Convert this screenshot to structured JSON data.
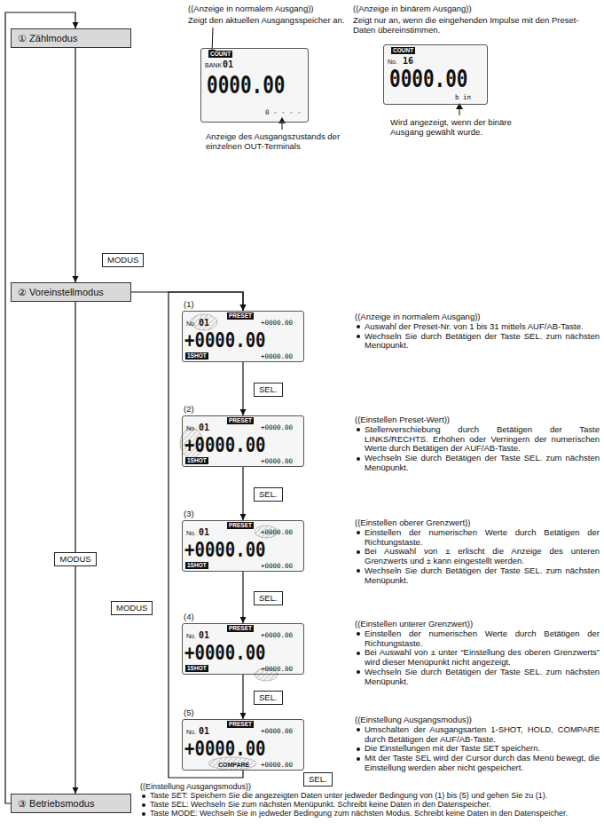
{
  "diagram": {
    "nodes": [
      {
        "text": [
          "① Zählmodus"
        ]
      },
      {
        "text": [
          "② Voreinstellmodus"
        ]
      },
      {
        "text": [
          "③ Betriebsmodus"
        ]
      },
      {
        "text": [
          "COUNT",
          "BANK",
          "01",
          "0000.00",
          "0 - - - -"
        ]
      },
      {
        "text": [
          "COUNT",
          "No.",
          "16",
          "0000.00",
          "b in"
        ]
      },
      {
        "text": [
          "PRESET",
          "No.",
          "01",
          "+0000.00",
          "+0000.00",
          "1SHOT",
          "+0000.00"
        ]
      },
      {
        "text": [
          "SEL."
        ]
      },
      {
        "text": [
          "PRESET",
          "No.",
          "01",
          "+0000.00",
          "+0000.00",
          "1SHOT",
          "+0000.00"
        ]
      },
      {
        "text": [
          "SEL."
        ]
      },
      {
        "text": [
          "PRESET",
          "No.",
          "01",
          "+0000.00",
          "+0000.00",
          "1SHOT",
          "+0000.00"
        ]
      },
      {
        "text": [
          "SEL."
        ]
      },
      {
        "text": [
          "PRESET",
          "No.",
          "01",
          "+0000.00",
          "+0000.00",
          "1SHOT",
          "+0000.00"
        ]
      },
      {
        "text": [
          "SEL."
        ]
      },
      {
        "text": [
          "PRESET",
          "No.",
          "01",
          "+0000.00",
          "+0000.00",
          "COMPARE",
          "+0000.00"
        ]
      },
      {
        "text": [
          "SEL."
        ]
      },
      {
        "text": [
          "MODUS"
        ]
      },
      {
        "text": [
          "MODUS"
        ]
      },
      {
        "text": [
          "MODUS"
        ]
      }
    ],
    "edges": [
      {
        "from": 0,
        "to": 1,
        "arrow": "to"
      },
      {
        "from": 1,
        "to": 16,
        "arrow": "none"
      },
      {
        "from": 16,
        "to": 2,
        "arrow": "to"
      },
      {
        "from": 2,
        "to": 0,
        "arrow": "to"
      },
      {
        "from": 1,
        "to": 5,
        "arrow": "to"
      },
      {
        "from": 5,
        "to": 7,
        "arrow": "to"
      },
      {
        "from": 7,
        "to": 9,
        "arrow": "to"
      },
      {
        "from": 9,
        "to": 11,
        "arrow": "to"
      },
      {
        "from": 11,
        "to": 13,
        "arrow": "to"
      },
      {
        "from": 13,
        "to": 5,
        "arrow": "to"
      }
    ],
    "labels": [
      "((Anzeige in normalem Ausgang))",
      "Zeigt den aktuellen Ausgangsspeicher an.",
      "((Anzeige in binärem Ausgang))",
      "Zeigt nur an, wenn die eingehenden Impulse mit den Preset-Daten übereinstimmen.",
      "Anzeige des Ausgangszustands der einzelnen OUT-Terminals",
      "Wird angezeigt, wenn der binäre Ausgang gewählt wurde.",
      "(1)",
      "(2)",
      "(3)",
      "(4)",
      "(5)",
      "((Anzeige in normalem Ausgang))",
      "Auswahl der Preset-Nr. von 1 bis 31 mittels AUF/AB-Taste.",
      "Wechseln Sie durch Betätigen der Taste SEL. zum nächsten Menüpunkt.",
      "((Einstellen Preset-Wert))",
      "Stellenverschiebung durch Betätigen der Taste LINKS/RECHTS. Erhöhen oder Verringern der numerischen Werte durch Betätigen der AUF/AB-Taste.",
      "Wechseln Sie durch Betätigen der Taste SEL. zum nächsten Menüpunkt.",
      "((Einstellen oberer Grenzwert))",
      "Einstellen der numerischen Werte durch Betätigen der Richtungstaste.",
      "Bei Auswahl von ± erlischt die Anzeige des unteren Grenzwerts und ± kann eingestellt werden.",
      "Wechseln Sie durch Betätigen der Taste SEL. zum nächsten Menüpunkt.",
      "((Einstellen unterer Grenzwert))",
      "Einstellen der numerischen Werte durch Betätigen der Richtungstaste.",
      "Bei Auswahl von ± unter “Einstellung des oberen Grenzwerts” wird dieser Menüpunkt nicht angezeigt.",
      "Wechseln Sie durch Betätigen der Taste SEL. zum nächsten Menüpunkt.",
      "((Einstellung Ausgangsmodus))",
      "Umschalten der Ausgangsarten 1-SHOT, HOLD, COMPARE durch Betätigen der AUF/AB-Taste.",
      "Die Einstellungen mit der Taste SET speichern.",
      "Mit der Taste SEL wird der Cursor durch das Menü bewegt, die Einstellung werden aber nicht gespeichert.",
      "((Einstellung Ausgangsmodus))",
      "Taste SET: Speichern Sie die angezeigten Daten unter jedweder Bedingung von (1) bis (5) und gehen Sie zu (1).",
      "Taste SEL: Wechseln Sie zum nächsten Menüpunkt. Schreibt keine Daten in den Datenspeicher.",
      "Taste MODE: Wechseln Sie in jedweder Bedingung zum nächsten Modus. Schreibt keine Daten in den Datenspeicher."
    ]
  }
}
